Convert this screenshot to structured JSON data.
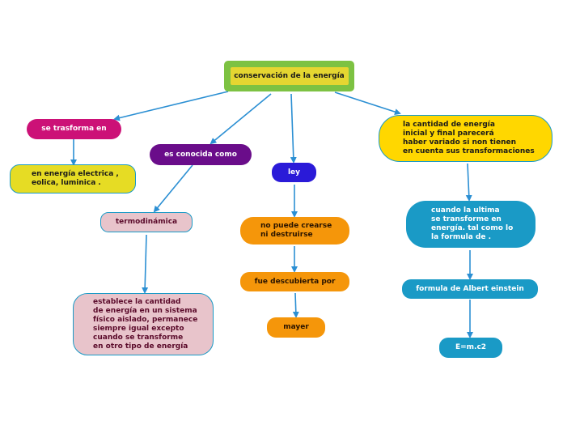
{
  "root": {
    "label": "conservación de la energía",
    "outer_color": "#7dc242",
    "inner_color": "#e5d631"
  },
  "nodes": {
    "se_trasforma_en": {
      "label": "se trasforma en",
      "color": "#cc1177"
    },
    "energia_electrica": {
      "label": "en energía electrica ,\neolica, luminica .",
      "color": "#e6dc24"
    },
    "es_conocida_como": {
      "label": "es conocida como",
      "color": "#6a0d8a"
    },
    "termodinamica": {
      "label": "termodinámica",
      "color": "#e8c4cb"
    },
    "establece": {
      "label": "establece la cantidad\nde energía en un sistema\nfísico aislado, permanece\nsiempre igual excepto\ncuando se transforme\nen otro tipo de energía",
      "color": "#e8c4cb"
    },
    "ley": {
      "label": "ley",
      "color": "#2a1ad8"
    },
    "no_puede_crearse": {
      "label": "no puede crearse\nni destruirse",
      "color": "#f5960a"
    },
    "fue_descubierta_por": {
      "label": "fue descubierta por",
      "color": "#f5960a"
    },
    "mayer": {
      "label": "mayer",
      "color": "#f5960a"
    },
    "cantidad_energia": {
      "label": "la cantidad de energía\ninicial y final parecerá\nhaber variado si non tienen\nen cuenta sus transformaciones",
      "color": "#ffd700"
    },
    "cuando_la_ultima": {
      "label": "cuando la ultima\nse transforme en\nenergía. tal como lo\nla formula de .",
      "color": "#1a9ac6"
    },
    "formula_einstein": {
      "label": "formula de Albert einstein",
      "color": "#1a9ac6"
    },
    "emc2": {
      "label": "E=m.c2",
      "color": "#1a9ac6"
    }
  },
  "connector_color": "#2b8fd3"
}
